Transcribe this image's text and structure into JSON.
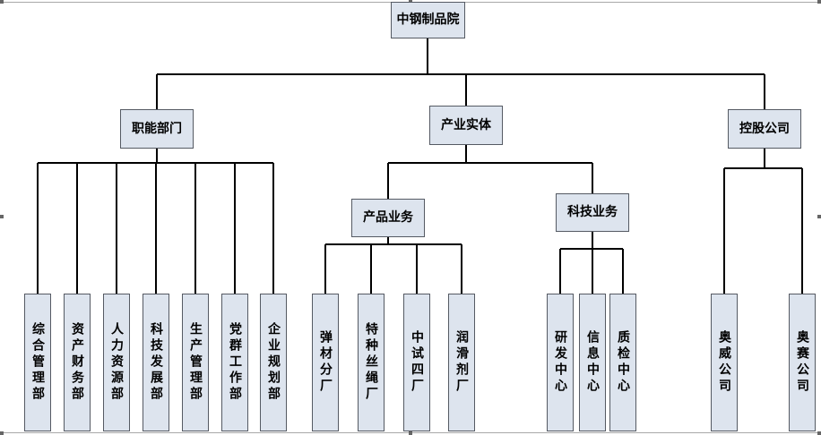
{
  "root": "中钢制品院",
  "level1": {
    "func": "职能部门",
    "ind": "产业实体",
    "hold": "控股公司"
  },
  "level2": {
    "prod": "产品业务",
    "tech": "科技业务"
  },
  "func_units": [
    "综合管理部",
    "资产财务部",
    "人力资源部",
    "科技发展部",
    "生产管理部",
    "党群工作部",
    "企业规划部"
  ],
  "prod_units": [
    "弹材分厂",
    "特种丝绳厂",
    "中试四厂",
    "润滑剂厂"
  ],
  "tech_units": [
    "研发中心",
    "信息中心",
    "质检中心"
  ],
  "hold_units": [
    "奥威公司",
    "奥赛公司"
  ]
}
